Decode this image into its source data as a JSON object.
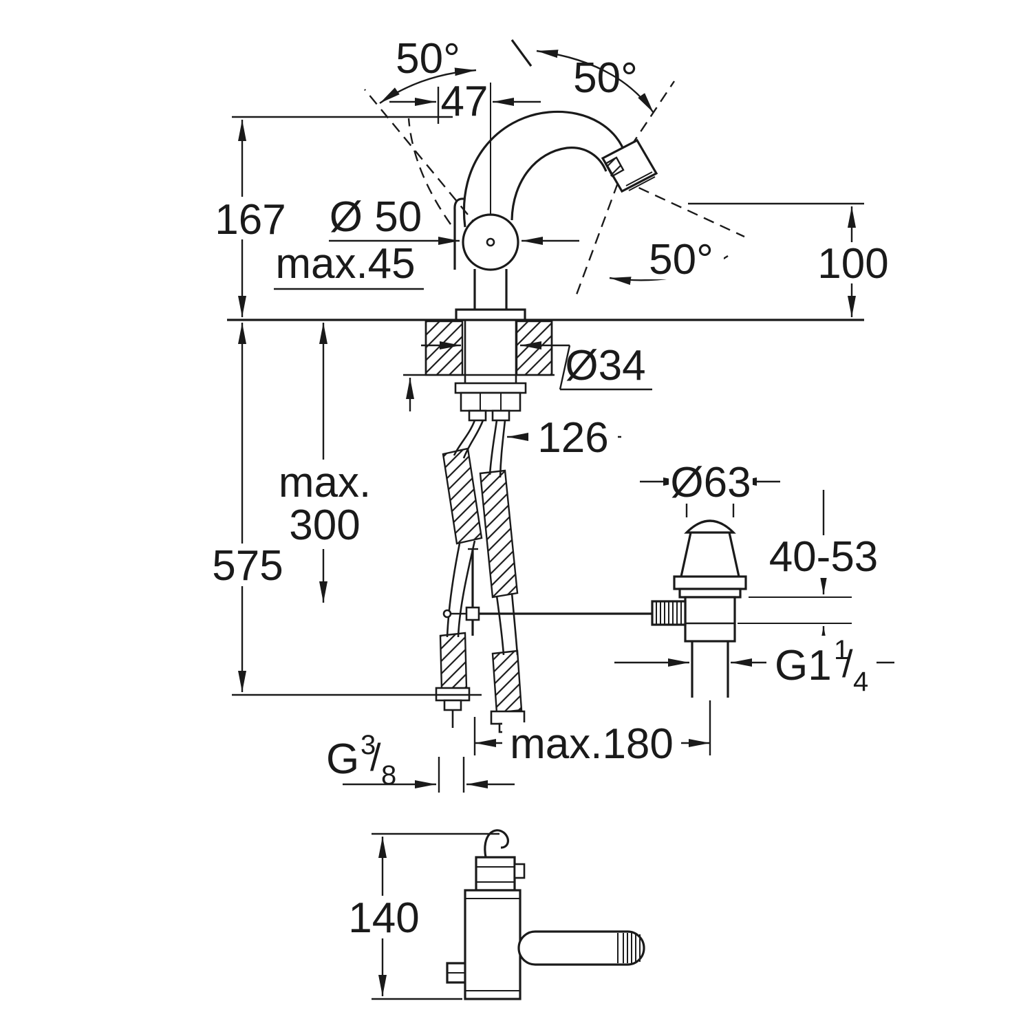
{
  "title": "Faucet technical dimension drawing",
  "colors": {
    "line": "#1a1a1a",
    "background": "#ffffff"
  },
  "dimensions": {
    "angle_left": "50°",
    "angle_right": "50°",
    "angle_spray": "50°",
    "width_47": "47",
    "height_167": "167",
    "dia_50": "Ø 50",
    "max_45": "max.45",
    "height_100": "100",
    "dia_34": "Ø34",
    "hose_126": "126",
    "max_300_l1": "max.",
    "max_300_l2": "300",
    "height_575": "575",
    "dia_63": "Ø63",
    "range_40_53": "40-53",
    "thread_g114": {
      "prefix": "G1",
      "num": "1",
      "slash": "/",
      "den": "4"
    },
    "max_180": "max.180",
    "thread_g38": {
      "prefix": "G",
      "num": "3",
      "slash": "/",
      "den": "8"
    },
    "height_140": "140"
  }
}
